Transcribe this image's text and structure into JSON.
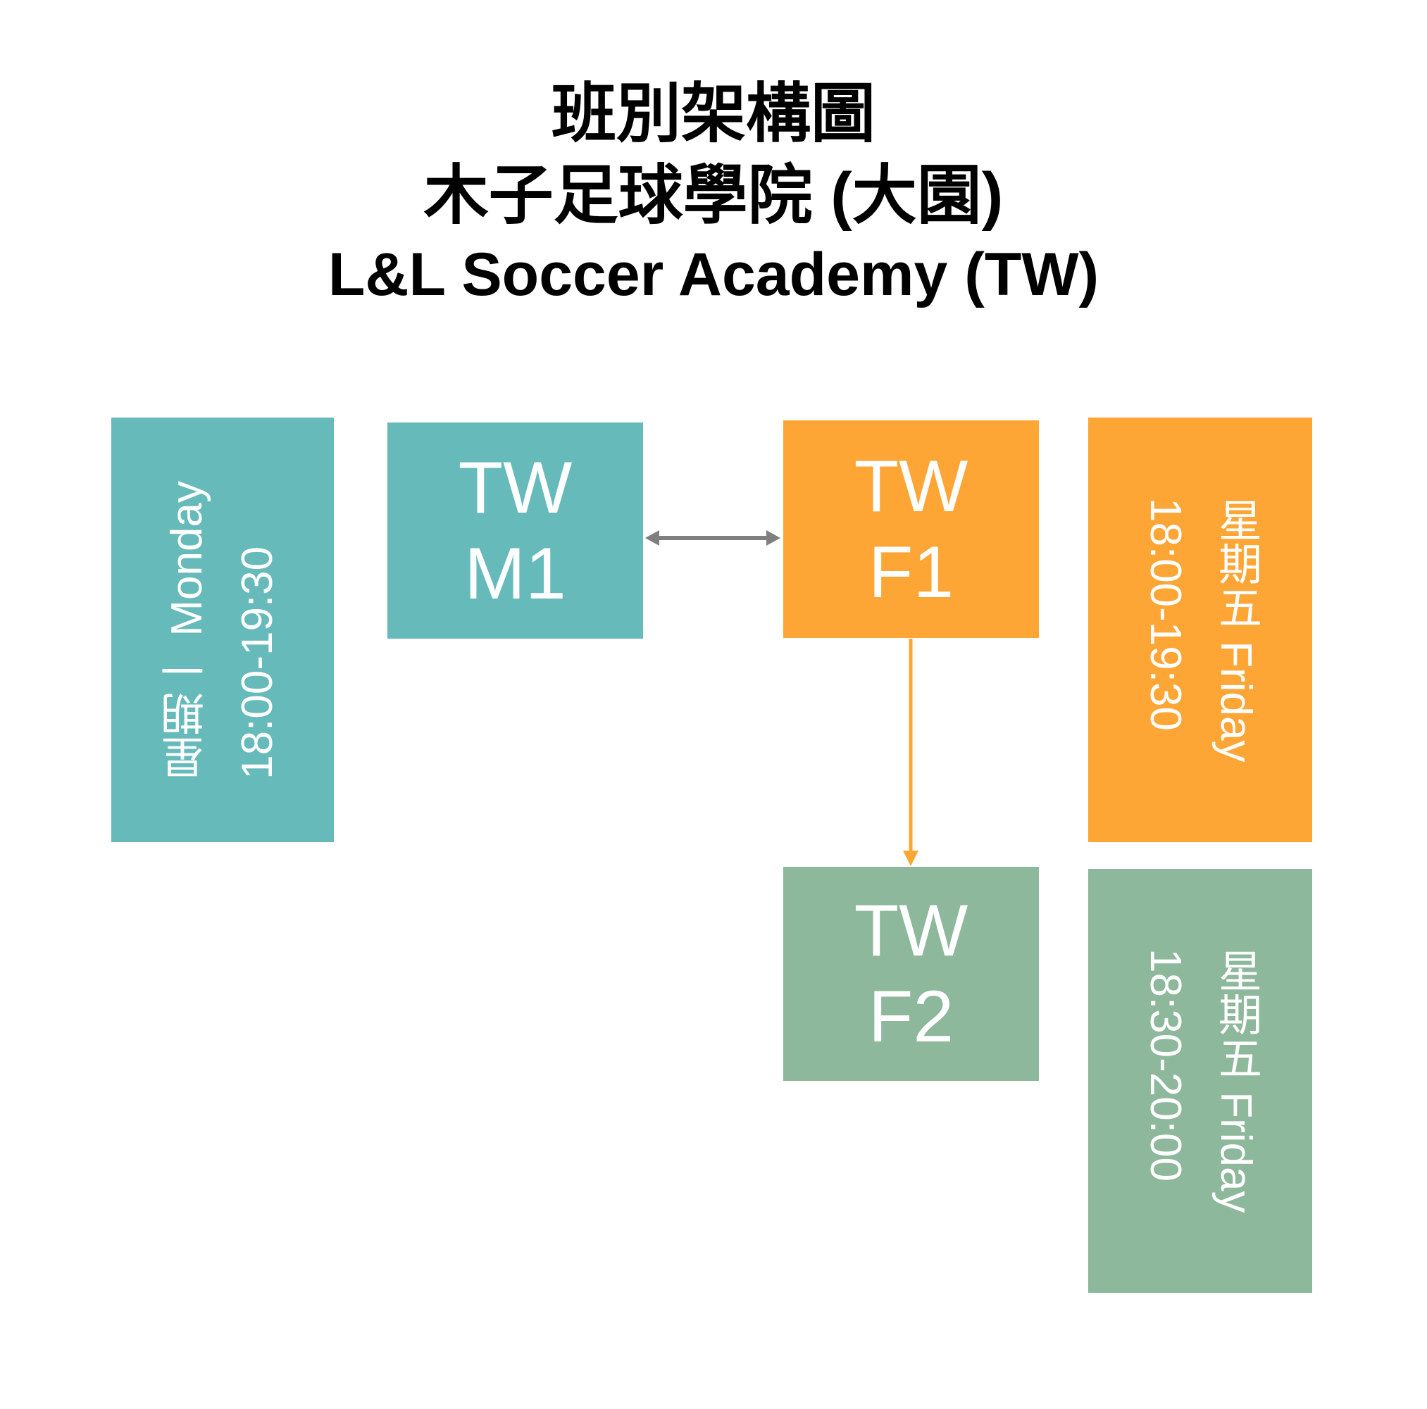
{
  "title": {
    "line1": "班別架構圖",
    "line2": "木子足球學院 (大園)",
    "line3": "L&L Soccer Academy (TW)"
  },
  "monday_info": {
    "day": "星期一 Monday",
    "time": "18:00-19:30"
  },
  "classes": {
    "m1": {
      "line1": "TW",
      "line2": "M1"
    },
    "f1": {
      "line1": "TW",
      "line2": "F1"
    },
    "f2": {
      "line1": "TW",
      "line2": "F2"
    }
  },
  "f1_info": {
    "day": "星期五 Friday",
    "time": "18:00-19:30"
  },
  "f2_info": {
    "day": "星期五 Friday",
    "time": "18:30-20:00"
  },
  "colors": {
    "teal": "#66BBBA",
    "orange": "#FDA535",
    "green": "#8DB89B",
    "arrow_gray": "#7F7F7F"
  }
}
